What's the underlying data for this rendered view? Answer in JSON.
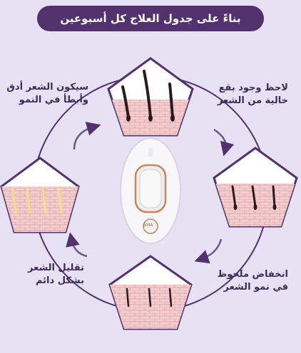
{
  "title": "بناءً على جدول العلاج كل أسبوعين",
  "steps": [
    {
      "line1": "لاحظ وجود بقع",
      "line2": "خالية من الشعر"
    },
    {
      "line1": "انخفاض ملحوظ",
      "line2": "في نمو الشعر"
    },
    {
      "line1": "تقليل الشعر",
      "line2": "بشكل دائم"
    },
    {
      "line1": "سيكون الشعر أدق",
      "line2": "وأبطأ في النمو"
    }
  ],
  "device": {
    "brand": "BMA"
  },
  "colors": {
    "accent": "#53316e",
    "skin": "#f2cfcf",
    "hair_dark": "#2a1a1a",
    "hair_light": "#f4e27a"
  }
}
